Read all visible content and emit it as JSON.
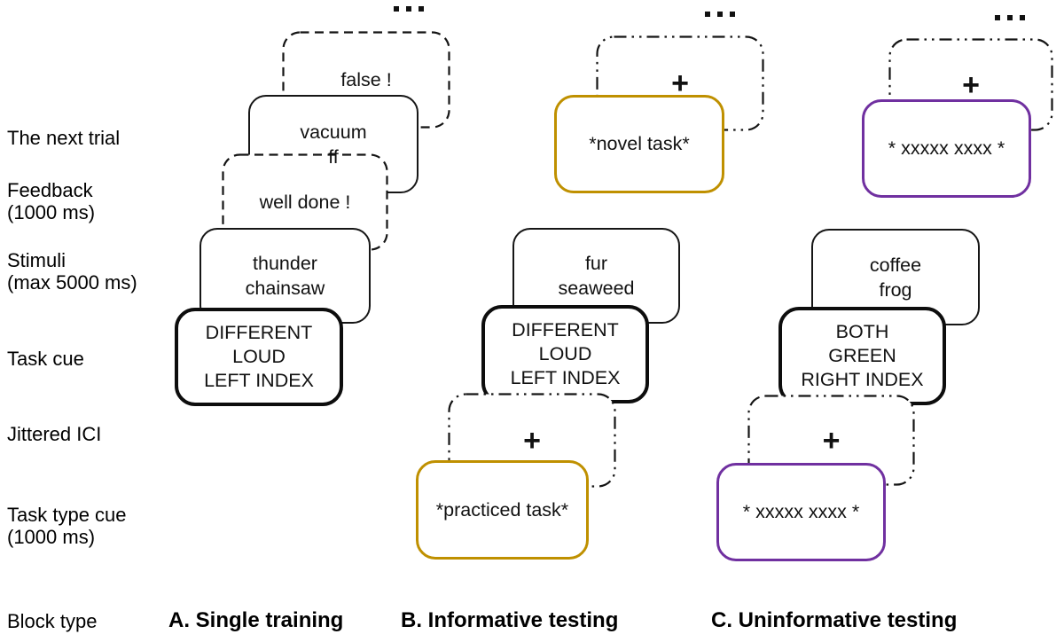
{
  "row_labels": [
    {
      "lines": [
        "The next trial"
      ]
    },
    {
      "lines": [
        "Feedback",
        "(1000 ms)"
      ]
    },
    {
      "lines": [
        "Stimuli",
        "(max 5000 ms)"
      ]
    },
    {
      "lines": [
        "Task cue"
      ]
    },
    {
      "lines": [
        "Jittered ICI"
      ]
    },
    {
      "lines": [
        "Task type cue",
        "(1000 ms)"
      ]
    },
    {
      "lines": [
        "Block type"
      ]
    }
  ],
  "decorations": {
    "ellipsis": "..."
  },
  "colors": {
    "informative_accent": "#bf9000",
    "uninformative_accent": "#7030a0",
    "ink": "#111111"
  },
  "columns": [
    {
      "block_label": "A. Single training",
      "cards": {
        "next_feedback": "false !",
        "next_stimuli_line1": "vacuum",
        "next_stimuli_partial": "ff",
        "feedback": "well done !",
        "stimuli": [
          "thunder",
          "chainsaw"
        ],
        "task_cue": [
          "DIFFERENT",
          "LOUD",
          "LEFT INDEX"
        ]
      }
    },
    {
      "block_label": "B. Informative testing",
      "cards": {
        "fixation_next": "+",
        "task_type_cue_next": "*novel task*",
        "stimuli": [
          "fur",
          "seaweed"
        ],
        "task_cue": [
          "DIFFERENT",
          "LOUD",
          "LEFT INDEX"
        ],
        "fixation": "+",
        "task_type_cue": "*practiced task*"
      }
    },
    {
      "block_label": "C. Uninformative testing",
      "cards": {
        "fixation_next": "+",
        "task_type_cue_next": "* xxxxx xxxx *",
        "stimuli": [
          "coffee",
          "frog"
        ],
        "task_cue": [
          "BOTH",
          "GREEN",
          "RIGHT INDEX"
        ],
        "fixation": "+",
        "task_type_cue": "* xxxxx xxxx *"
      }
    }
  ]
}
